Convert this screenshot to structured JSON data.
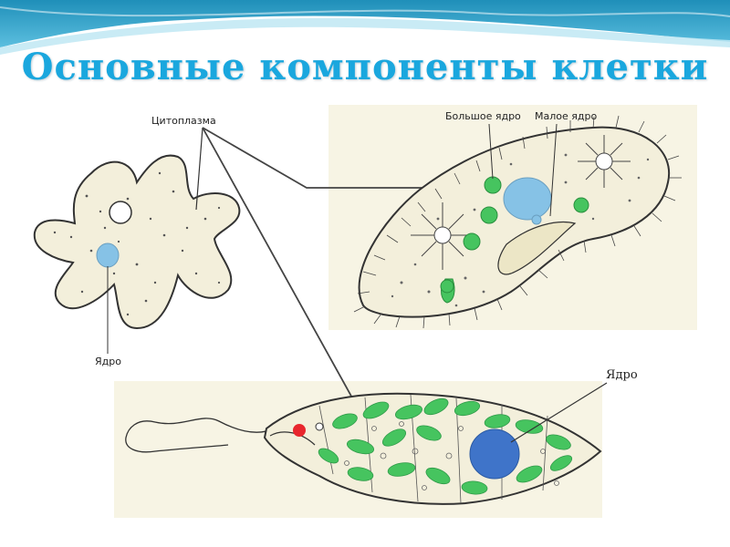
{
  "slide": {
    "title": "Основные компоненты клетки"
  },
  "labels": {
    "cytoplasm": "Цитоплазма",
    "nucleus_amoeba": "Ядро",
    "macronucleus": "Большое ядро",
    "micronucleus": "Малое ядро",
    "nucleus_euglena": "Ядро"
  },
  "colors": {
    "title": "#1aa7de",
    "header_wave_dark": "#1f8fb9",
    "header_wave_light": "#bfe7f3",
    "cell_fill": "#f3efdb",
    "nucleus_blue": "#86c2e6",
    "euglena_nucleus": "#3f74c9",
    "chloroplast_green": "#46c45f",
    "eyespot_red": "#e8262d"
  }
}
